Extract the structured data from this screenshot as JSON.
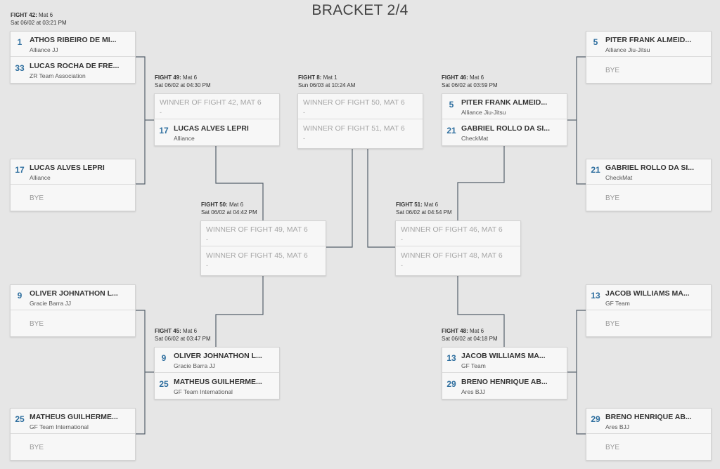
{
  "title": "BRACKET 2/4",
  "bye_label": "BYE",
  "dash": "-",
  "fights": {
    "f42": {
      "label": "FIGHT 42:",
      "mat": "Mat 6",
      "time": "Sat 06/02 at 03:21 PM"
    },
    "f49": {
      "label": "FIGHT 49:",
      "mat": "Mat 6",
      "time": "Sat 06/02 at 04:30 PM"
    },
    "f8": {
      "label": "FIGHT 8:",
      "mat": "Mat 1",
      "time": "Sun 06/03 at 10:24 AM"
    },
    "f46": {
      "label": "FIGHT 46:",
      "mat": "Mat 6",
      "time": "Sat 06/02 at 03:59 PM"
    },
    "f50": {
      "label": "FIGHT 50:",
      "mat": "Mat 6",
      "time": "Sat 06/02 at 04:42 PM"
    },
    "f51": {
      "label": "FIGHT 51:",
      "mat": "Mat 6",
      "time": "Sat 06/02 at 04:54 PM"
    },
    "f45": {
      "label": "FIGHT 45:",
      "mat": "Mat 6",
      "time": "Sat 06/02 at 03:47 PM"
    },
    "f48": {
      "label": "FIGHT 48:",
      "mat": "Mat 6",
      "time": "Sat 06/02 at 04:18 PM"
    }
  },
  "c1": {
    "top": {
      "seed": "1",
      "name": "ATHOS RIBEIRO DE MI...",
      "team": "Alliance JJ"
    },
    "bot": {
      "seed": "33",
      "name": "LUCAS ROCHA DE FRE...",
      "team": "ZR Team Association"
    }
  },
  "c2": {
    "top": {
      "seed": "17",
      "name": "LUCAS ALVES LEPRI",
      "team": "Alliance"
    }
  },
  "c3": {
    "top": {
      "seed": "9",
      "name": "OLIVER JOHNATHON L...",
      "team": "Gracie Barra JJ"
    }
  },
  "c4": {
    "top": {
      "seed": "25",
      "name": "MATHEUS GUILHERME...",
      "team": "GF Team International"
    }
  },
  "c5": {
    "top": {
      "winner": "WINNER OF FIGHT 42, MAT 6"
    },
    "bot": {
      "seed": "17",
      "name": "LUCAS ALVES LEPRI",
      "team": "Alliance"
    }
  },
  "c6": {
    "top": {
      "seed": "9",
      "name": "OLIVER JOHNATHON L...",
      "team": "Gracie Barra JJ"
    },
    "bot": {
      "seed": "25",
      "name": "MATHEUS GUILHERME...",
      "team": "GF Team International"
    }
  },
  "c7": {
    "top": {
      "winner": "WINNER OF FIGHT 49, MAT 6"
    },
    "bot": {
      "winner": "WINNER OF FIGHT 45, MAT 6"
    }
  },
  "c8": {
    "top": {
      "winner": "WINNER OF FIGHT 50, MAT 6"
    },
    "bot": {
      "winner": "WINNER OF FIGHT 51, MAT 6"
    }
  },
  "c9": {
    "top": {
      "winner": "WINNER OF FIGHT 46, MAT 6"
    },
    "bot": {
      "winner": "WINNER OF FIGHT 48, MAT 6"
    }
  },
  "c10": {
    "top": {
      "seed": "5",
      "name": "PITER FRANK ALMEID...",
      "team": "Alliance Jiu-Jitsu"
    },
    "bot": {
      "seed": "21",
      "name": "GABRIEL ROLLO DA SI...",
      "team": "CheckMat"
    }
  },
  "c11": {
    "top": {
      "seed": "13",
      "name": "JACOB WILLIAMS MA...",
      "team": "GF Team"
    },
    "bot": {
      "seed": "29",
      "name": "BRENO HENRIQUE AB...",
      "team": "Ares BJJ"
    }
  },
  "c12": {
    "top": {
      "seed": "5",
      "name": "PITER FRANK ALMEID...",
      "team": "Alliance Jiu-Jitsu"
    }
  },
  "c13": {
    "top": {
      "seed": "21",
      "name": "GABRIEL ROLLO DA SI...",
      "team": "CheckMat"
    }
  },
  "c14": {
    "top": {
      "seed": "13",
      "name": "JACOB WILLIAMS MA...",
      "team": "GF Team"
    }
  },
  "c15": {
    "top": {
      "seed": "29",
      "name": "BRENO HENRIQUE AB...",
      "team": "Ares BJJ"
    }
  }
}
